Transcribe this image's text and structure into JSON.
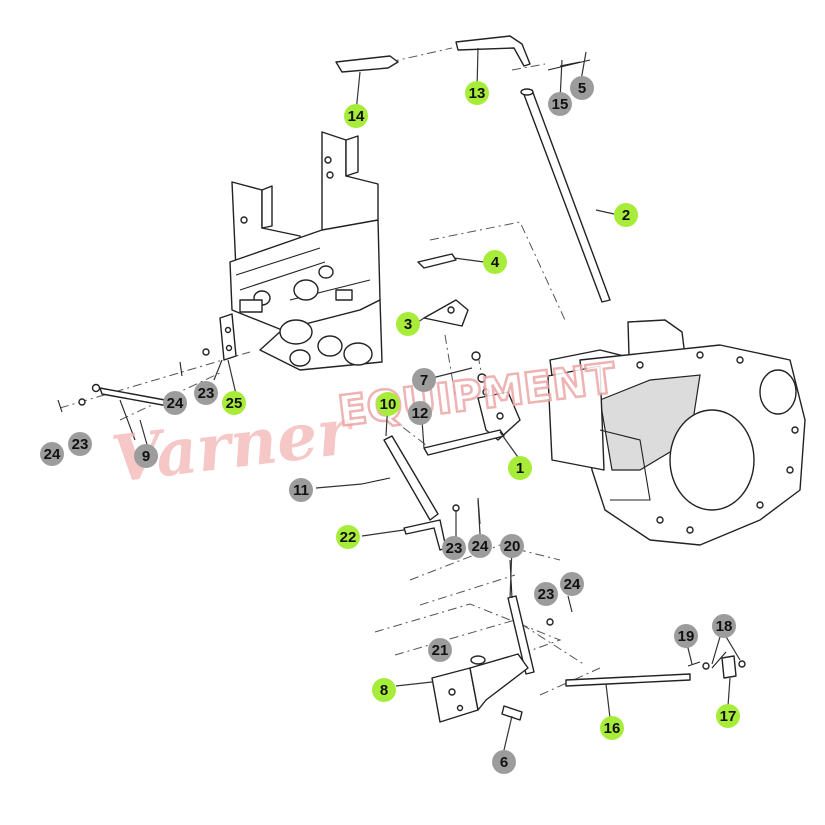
{
  "watermark": {
    "script": "Varner",
    "block": "EQUIPMENT"
  },
  "colors": {
    "callout_green": "#a8ec3a",
    "callout_gray": "#9c9c9c",
    "watermark": "#f2b5b5"
  },
  "callouts": [
    {
      "label": "14",
      "color": "green"
    },
    {
      "label": "13",
      "color": "green"
    },
    {
      "label": "15",
      "color": "gray"
    },
    {
      "label": "5",
      "color": "gray"
    },
    {
      "label": "2",
      "color": "green"
    },
    {
      "label": "4",
      "color": "green"
    },
    {
      "label": "3",
      "color": "green"
    },
    {
      "label": "7",
      "color": "gray"
    },
    {
      "label": "10",
      "color": "green"
    },
    {
      "label": "12",
      "color": "gray"
    },
    {
      "label": "1",
      "color": "green"
    },
    {
      "label": "24",
      "color": "gray"
    },
    {
      "label": "23",
      "color": "gray"
    },
    {
      "label": "25",
      "color": "green"
    },
    {
      "label": "9",
      "color": "gray"
    },
    {
      "label": "24",
      "color": "gray"
    },
    {
      "label": "23",
      "color": "gray"
    },
    {
      "label": "11",
      "color": "gray"
    },
    {
      "label": "22",
      "color": "green"
    },
    {
      "label": "23",
      "color": "gray"
    },
    {
      "label": "24",
      "color": "gray"
    },
    {
      "label": "20",
      "color": "gray"
    },
    {
      "label": "23",
      "color": "gray"
    },
    {
      "label": "24",
      "color": "gray"
    },
    {
      "label": "21",
      "color": "gray"
    },
    {
      "label": "8",
      "color": "green"
    },
    {
      "label": "6",
      "color": "gray"
    },
    {
      "label": "16",
      "color": "green"
    },
    {
      "label": "19",
      "color": "gray"
    },
    {
      "label": "18",
      "color": "gray"
    },
    {
      "label": "17",
      "color": "green"
    }
  ]
}
